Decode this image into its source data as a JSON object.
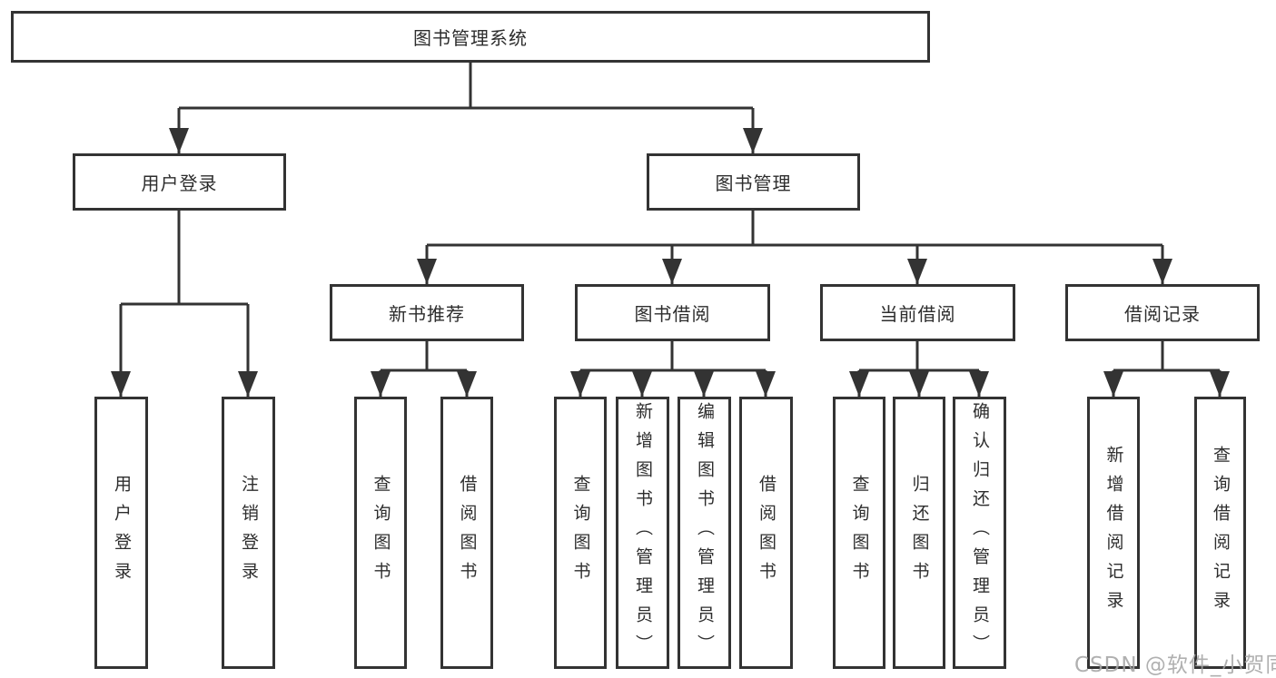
{
  "tree": {
    "root": "图书管理系统",
    "children": [
      {
        "label": "用户登录",
        "children": [
          {
            "label": "用户登录"
          },
          {
            "label": "注销登录"
          }
        ]
      },
      {
        "label": "图书管理",
        "children": [
          {
            "label": "新书推荐",
            "children": [
              {
                "label": "查询图书"
              },
              {
                "label": "借阅图书"
              }
            ]
          },
          {
            "label": "图书借阅",
            "children": [
              {
                "label": "查询图书"
              },
              {
                "label": "新增图书（管理员）"
              },
              {
                "label": "编辑图书（管理员）"
              },
              {
                "label": "借阅图书"
              }
            ]
          },
          {
            "label": "当前借阅",
            "children": [
              {
                "label": "查询图书"
              },
              {
                "label": "归还图书"
              },
              {
                "label": "确认归还（管理员）"
              }
            ]
          },
          {
            "label": "借阅记录",
            "children": [
              {
                "label": "新增借阅记录"
              },
              {
                "label": "查询借阅记录"
              }
            ]
          }
        ]
      }
    ]
  },
  "watermark": {
    "text": "CSDN @软件_小贺同学"
  },
  "colors": {
    "line": "#333333",
    "text": "#2d2d2d",
    "box_background": "#ffffff",
    "watermark": "#a5a5a5",
    "page_background": "#ffffff"
  }
}
